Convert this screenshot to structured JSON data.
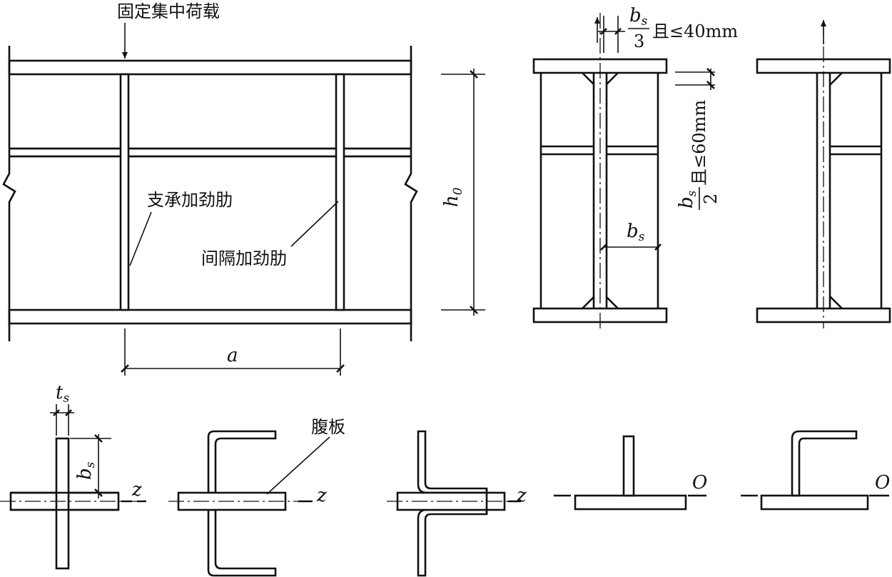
{
  "labels": {
    "fixed_load": "固定集中荷载",
    "bearing_stiffener": "支承加劲肋",
    "intermediate_stiffener": "间隔加劲肋",
    "web": "腹板",
    "h0_main": "h",
    "h0_sub": "0",
    "a": "a",
    "bs_main": "b",
    "bs_sub": "s",
    "ts_main": "t",
    "ts_sub": "s",
    "z": "z",
    "o": "O",
    "frac_top_num_main": "b",
    "frac_top_num_sub": "s",
    "frac_top_den": "3",
    "frac_top_rest": "且≤40mm",
    "frac_side_num_main": "b",
    "frac_side_num_sub": "s",
    "frac_side_den": "2",
    "frac_side_rest": "且≤60mm"
  }
}
